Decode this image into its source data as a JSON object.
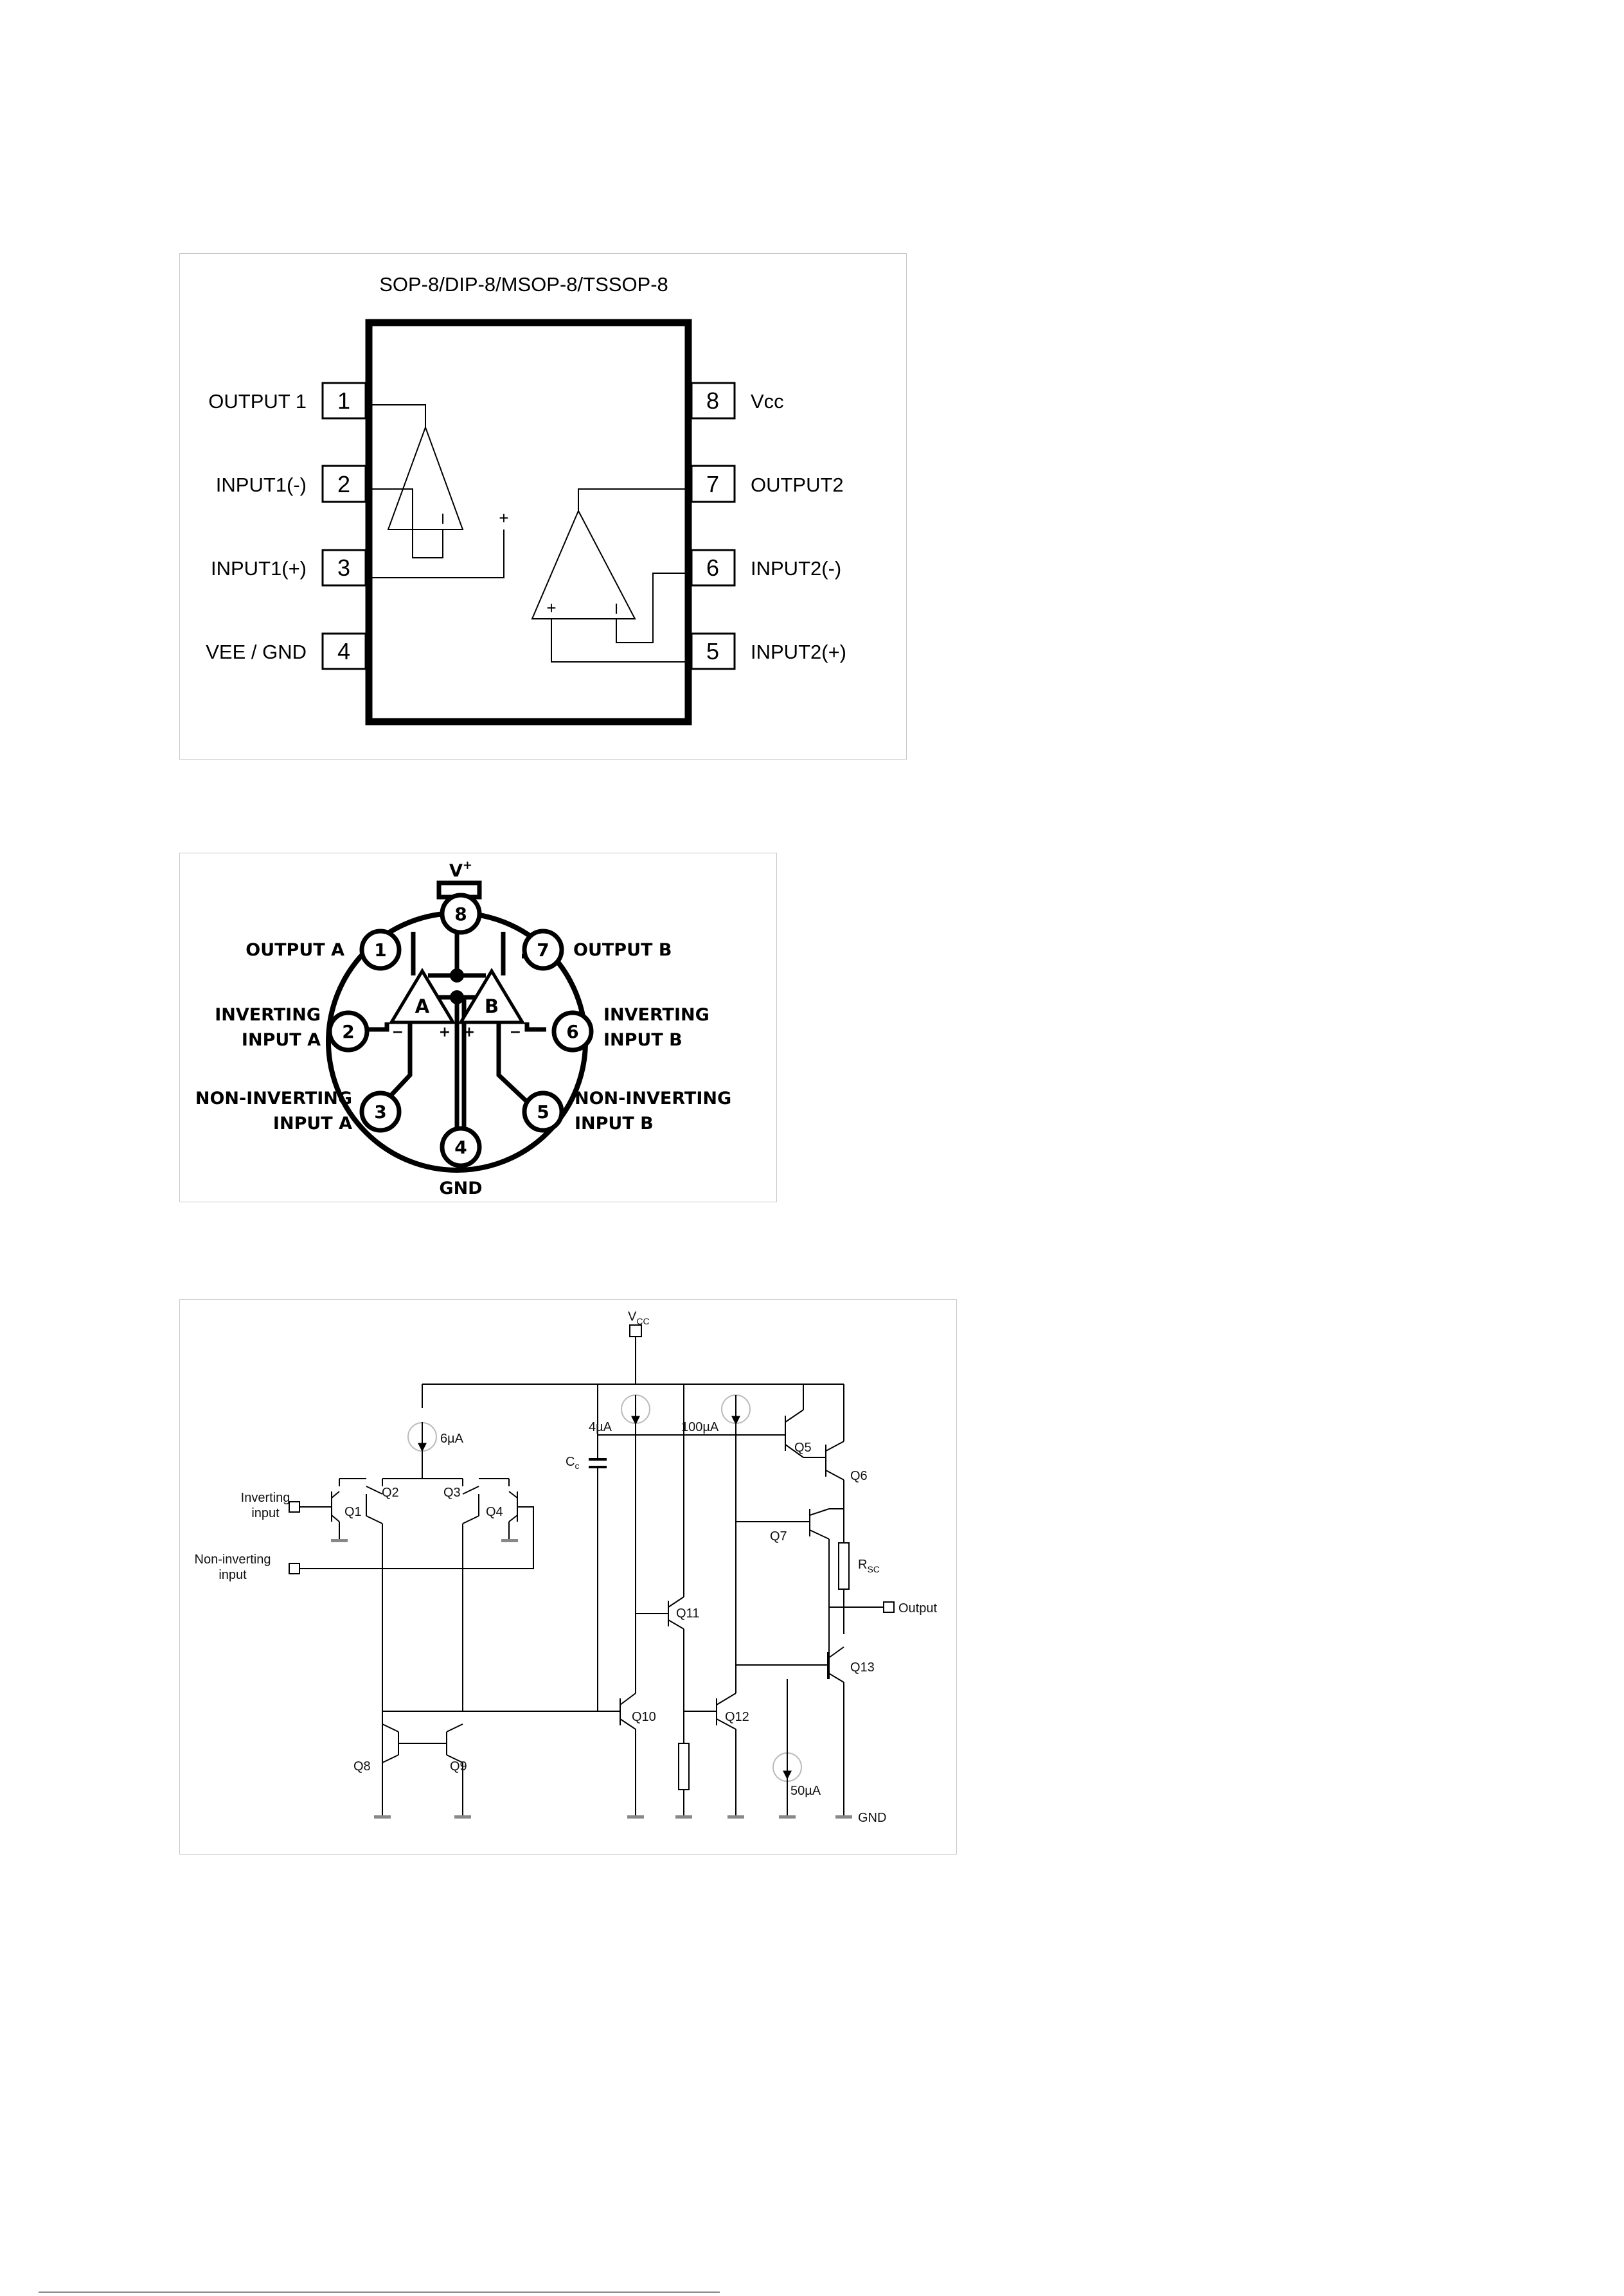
{
  "package_diagram": {
    "title": "SOP-8/DIP-8/MSOP-8/TSSOP-8",
    "left_pins": [
      {
        "number": "1",
        "label": "OUTPUT 1"
      },
      {
        "number": "2",
        "label": "INPUT1(-)"
      },
      {
        "number": "3",
        "label": "INPUT1(+)"
      },
      {
        "number": "4",
        "label": "VEE / GND"
      }
    ],
    "right_pins": [
      {
        "number": "8",
        "label": "Vcc"
      },
      {
        "number": "7",
        "label": "OUTPUT2"
      },
      {
        "number": "6",
        "label": "INPUT2(-)"
      },
      {
        "number": "5",
        "label": "INPUT2(+)"
      }
    ],
    "amp_signs": {
      "minus": "I",
      "plus": "+"
    }
  },
  "can_diagram": {
    "vplus": "V",
    "vplus_sup": "+",
    "gnd": "GND",
    "amp_a": "A",
    "amp_b": "B",
    "sign_minus": "−",
    "sign_plus": "+",
    "pins": [
      {
        "number": "1",
        "label_lines": [
          "OUTPUT A"
        ]
      },
      {
        "number": "2",
        "label_lines": [
          "INVERTING",
          "INPUT A"
        ]
      },
      {
        "number": "3",
        "label_lines": [
          "NON-INVERTING",
          "INPUT A"
        ]
      },
      {
        "number": "4",
        "label_lines": []
      },
      {
        "number": "5",
        "label_lines": [
          "NON-INVERTING",
          "INPUT B"
        ]
      },
      {
        "number": "6",
        "label_lines": [
          "INVERTING",
          "INPUT B"
        ]
      },
      {
        "number": "7",
        "label_lines": [
          "OUTPUT B"
        ]
      },
      {
        "number": "8",
        "label_lines": []
      }
    ]
  },
  "schematic": {
    "vcc": "V",
    "vcc_sub": "CC",
    "i_6": "6µA",
    "i_4": "4µA",
    "i_100": "100µA",
    "i_50": "50µA",
    "cc": "C",
    "cc_sub": "c",
    "rsc": "R",
    "rsc_sub": "SC",
    "inverting_input": [
      "Inverting",
      "input"
    ],
    "non_inverting_input": [
      "Non-inverting",
      "input"
    ],
    "output": "Output",
    "gnd": "GND",
    "transistors": [
      "Q1",
      "Q2",
      "Q3",
      "Q4",
      "Q5",
      "Q6",
      "Q7",
      "Q8",
      "Q9",
      "Q10",
      "Q11",
      "Q12",
      "Q13"
    ]
  }
}
